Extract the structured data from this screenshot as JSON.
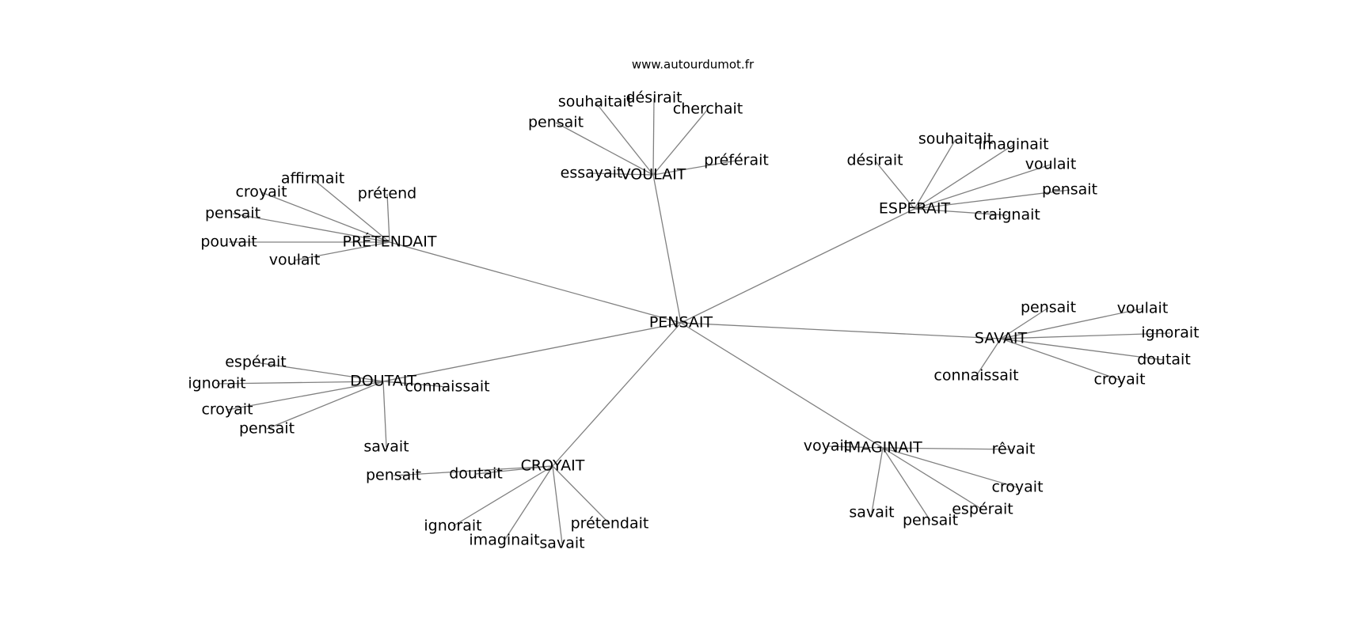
{
  "source": "www.autourdumot.fr",
  "center": "PENSAIT",
  "clusters": [
    {
      "word": "VOULAIT",
      "leaves": [
        "pensait",
        "souhaitait",
        "désirait",
        "cherchait",
        "préférait",
        "essayait"
      ]
    },
    {
      "word": "ESPÉRAIT",
      "leaves": [
        "désirait",
        "souhaitait",
        "imaginait",
        "voulait",
        "pensait",
        "craignait"
      ]
    },
    {
      "word": "PRÉTENDAIT",
      "leaves": [
        "affirmait",
        "croyait",
        "prétend",
        "pensait",
        "pouvait",
        "voulait"
      ]
    },
    {
      "word": "SAVAIT",
      "leaves": [
        "pensait",
        "voulait",
        "ignorait",
        "doutait",
        "croyait",
        "connaissait"
      ]
    },
    {
      "word": "DOUTAIT",
      "leaves": [
        "espérait",
        "ignorait",
        "connaissait",
        "croyait",
        "pensait",
        "savait"
      ]
    },
    {
      "word": "CROYAIT",
      "leaves": [
        "pensait",
        "doutait",
        "ignorait",
        "imaginait",
        "savait",
        "prétendait"
      ]
    },
    {
      "word": "IMAGINAIT",
      "leaves": [
        "voyait",
        "rêvait",
        "croyait",
        "espérait",
        "pensait",
        "savait"
      ]
    }
  ]
}
